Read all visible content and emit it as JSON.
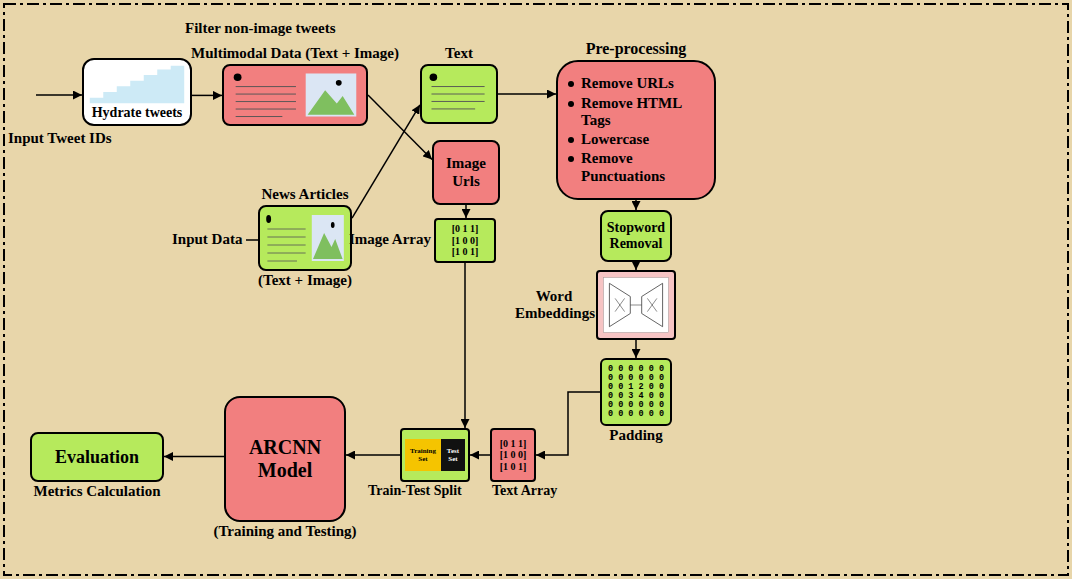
{
  "diagram": {
    "nodes": [
      {
        "text": [
          "Hydrate tweets"
        ]
      },
      {
        "text": [
          "Multimodal Data (Text + Image)"
        ]
      },
      {
        "text": [
          "News Articles",
          "(Text + Image)"
        ]
      },
      {
        "text": [
          "Text"
        ]
      },
      {
        "text": [
          "Image Urls"
        ]
      },
      {
        "text": [
          "Image Array",
          "[0 1 1]",
          "[1 0 0]",
          "[1 0 1]"
        ]
      },
      {
        "text": [
          "Pre-processing",
          "Remove URLs",
          "Remove HTML Tags",
          "Lowercase",
          "Remove Punctuations"
        ]
      },
      {
        "text": [
          "Stopword Removal"
        ]
      },
      {
        "text": [
          "Word Embeddings"
        ]
      },
      {
        "text": [
          "0 0 0 0 0 0",
          "0 0 0 0 0 0",
          "0 0 1 2 0 0",
          "0 0 3 4 0 0",
          "0 0 0 0 0 0",
          "0 0 0 0 0 0",
          "Padding"
        ]
      },
      {
        "text": [
          "[0 1 1]",
          "[1 0 0]",
          "[1 0 1]",
          "Text Array"
        ]
      },
      {
        "text": [
          "Training Set",
          "Test Set",
          "Train-Test Split"
        ]
      },
      {
        "text": [
          "ARCNN Model",
          "(Training and Testing)"
        ]
      },
      {
        "text": [
          "Evaluation",
          "Metrics Calculation"
        ]
      }
    ],
    "edges": [
      {
        "from": 0,
        "to": 1,
        "arrow": "to"
      },
      {
        "from": 1,
        "to": 4,
        "arrow": "to"
      },
      {
        "from": 2,
        "to": 3,
        "arrow": "to"
      },
      {
        "from": 3,
        "to": 6,
        "arrow": "to"
      },
      {
        "from": 4,
        "to": 5,
        "arrow": "to"
      },
      {
        "from": 6,
        "to": 7,
        "arrow": "to"
      },
      {
        "from": 7,
        "to": 8,
        "arrow": "to"
      },
      {
        "from": 8,
        "to": 9,
        "arrow": "to"
      },
      {
        "from": 9,
        "to": 10,
        "arrow": "to"
      },
      {
        "from": 5,
        "to": 11,
        "arrow": "to"
      },
      {
        "from": 10,
        "to": 11,
        "arrow": "to"
      },
      {
        "from": 11,
        "to": 12,
        "arrow": "to"
      },
      {
        "from": 12,
        "to": 13,
        "arrow": "to"
      }
    ],
    "labels": [
      "Filter non-image tweets",
      "Input Tweet IDs",
      "Input Data"
    ]
  }
}
